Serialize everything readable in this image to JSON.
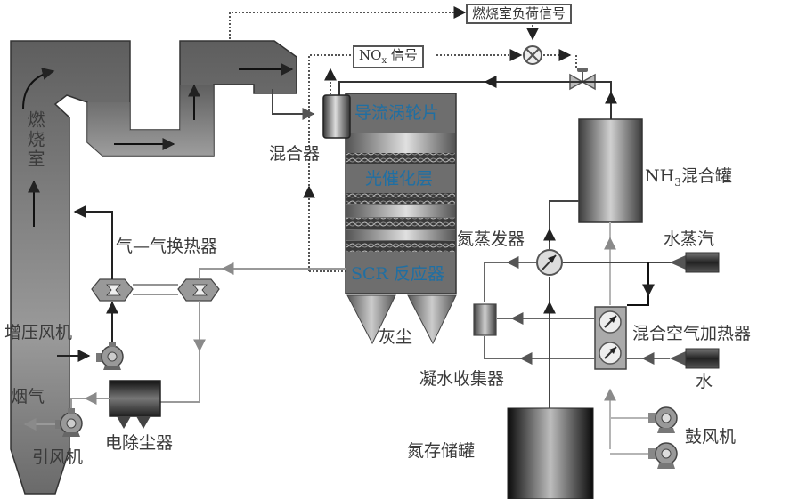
{
  "diagram": {
    "type": "process-flow",
    "subject": "SCR flue-gas denitration system",
    "colors": {
      "equipment_gray": "#6b6b6b",
      "line_dark": "#333333",
      "line_light": "#a0a0a0",
      "label_text": "#3a3a3a",
      "reactor_label": "#1f6fa3"
    }
  },
  "labels": {
    "combustion_chamber": "燃烧室",
    "mixer": "混合器",
    "guide_vane": "导流涡轮片",
    "catalyst_layer": "光催化层",
    "scr_reactor": "SCR 反应器",
    "ash": "灰尘",
    "gas_gas_heat_exchanger": "气—气换热器",
    "booster_fan": "增压风机",
    "flue_gas": "烟气",
    "induced_draft_fan": "引风机",
    "electrostatic_precipitator": "电除尘器",
    "combustion_load_signal": "燃烧室负荷信号",
    "nox_signal_prefix": "NO",
    "nox_signal_sub": "x",
    "nox_signal_suffix": " 信号",
    "nh3_tank_prefix": "NH",
    "nh3_tank_sub": "3",
    "nh3_tank_suffix": "混合罐",
    "ammonia_evaporator": "氮蒸发器",
    "steam": "水蒸汽",
    "mixed_air_heater": "混合空气加热器",
    "water": "水",
    "condensate_collector": "凝水收集器",
    "ammonia_storage_tank": "氮存储罐",
    "blower": "鼓风机"
  }
}
